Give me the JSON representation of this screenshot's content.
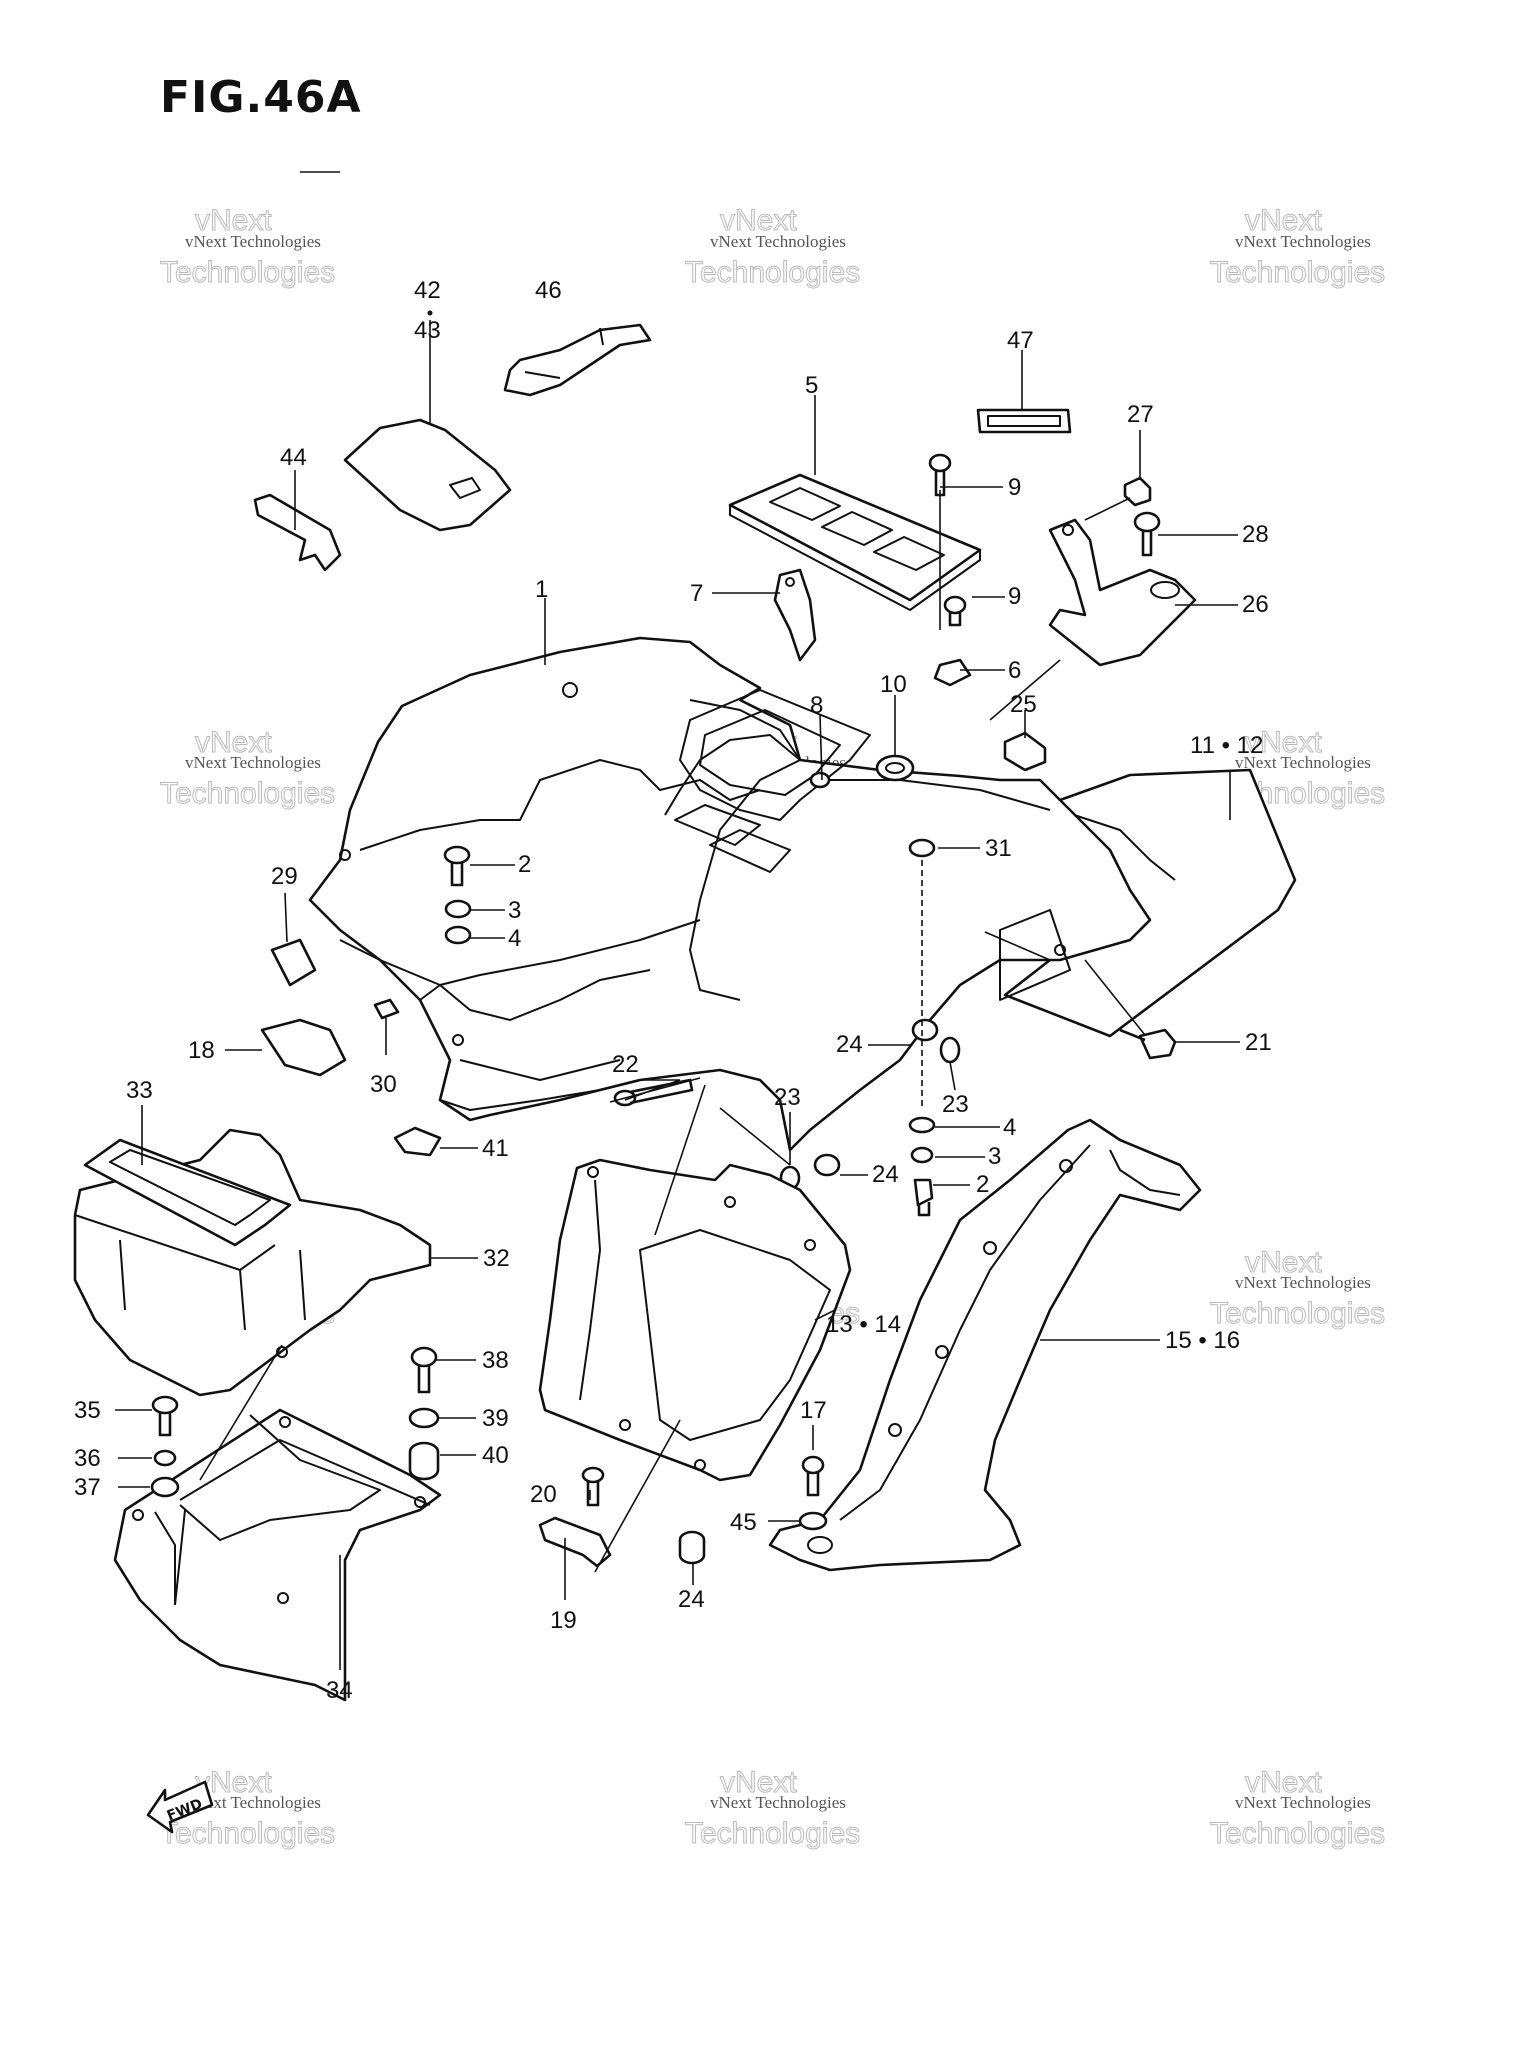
{
  "figure_title": "FIG.46A",
  "watermark": {
    "line1": "vNext Technologies",
    "line2": "Technologies",
    "line3": "vNext"
  },
  "badge": {
    "label": "FWD"
  },
  "callouts": [
    {
      "id": "c1",
      "text": "1"
    },
    {
      "id": "c2a",
      "text": "2"
    },
    {
      "id": "c2b",
      "text": "2"
    },
    {
      "id": "c3a",
      "text": "3"
    },
    {
      "id": "c3b",
      "text": "3"
    },
    {
      "id": "c4a",
      "text": "4"
    },
    {
      "id": "c4b",
      "text": "4"
    },
    {
      "id": "c5",
      "text": "5"
    },
    {
      "id": "c6",
      "text": "6"
    },
    {
      "id": "c7",
      "text": "7"
    },
    {
      "id": "c8",
      "text": "8"
    },
    {
      "id": "c9a",
      "text": "9"
    },
    {
      "id": "c9b",
      "text": "9"
    },
    {
      "id": "c10",
      "text": "10"
    },
    {
      "id": "c1112",
      "text": "11 • 12"
    },
    {
      "id": "c1314",
      "text": "13 • 14"
    },
    {
      "id": "c1516",
      "text": "15 • 16"
    },
    {
      "id": "c17",
      "text": "17"
    },
    {
      "id": "c18",
      "text": "18"
    },
    {
      "id": "c19",
      "text": "19"
    },
    {
      "id": "c20",
      "text": "20"
    },
    {
      "id": "c21",
      "text": "21"
    },
    {
      "id": "c22",
      "text": "22"
    },
    {
      "id": "c23a",
      "text": "23"
    },
    {
      "id": "c23b",
      "text": "23"
    },
    {
      "id": "c24a",
      "text": "24"
    },
    {
      "id": "c24b",
      "text": "24"
    },
    {
      "id": "c24c",
      "text": "24"
    },
    {
      "id": "c25",
      "text": "25"
    },
    {
      "id": "c26",
      "text": "26"
    },
    {
      "id": "c27",
      "text": "27"
    },
    {
      "id": "c28",
      "text": "28"
    },
    {
      "id": "c29",
      "text": "29"
    },
    {
      "id": "c30",
      "text": "30"
    },
    {
      "id": "c31",
      "text": "31"
    },
    {
      "id": "c32",
      "text": "32"
    },
    {
      "id": "c33",
      "text": "33"
    },
    {
      "id": "c34",
      "text": "34"
    },
    {
      "id": "c35",
      "text": "35"
    },
    {
      "id": "c36",
      "text": "36"
    },
    {
      "id": "c37",
      "text": "37"
    },
    {
      "id": "c38",
      "text": "38"
    },
    {
      "id": "c39",
      "text": "39"
    },
    {
      "id": "c40",
      "text": "40"
    },
    {
      "id": "c41",
      "text": "41"
    },
    {
      "id": "c42",
      "text": "42"
    },
    {
      "id": "c43",
      "text": "43"
    },
    {
      "id": "c44",
      "text": "44"
    },
    {
      "id": "c45",
      "text": "45"
    },
    {
      "id": "c46",
      "text": "46"
    },
    {
      "id": "c47",
      "text": "47"
    }
  ]
}
